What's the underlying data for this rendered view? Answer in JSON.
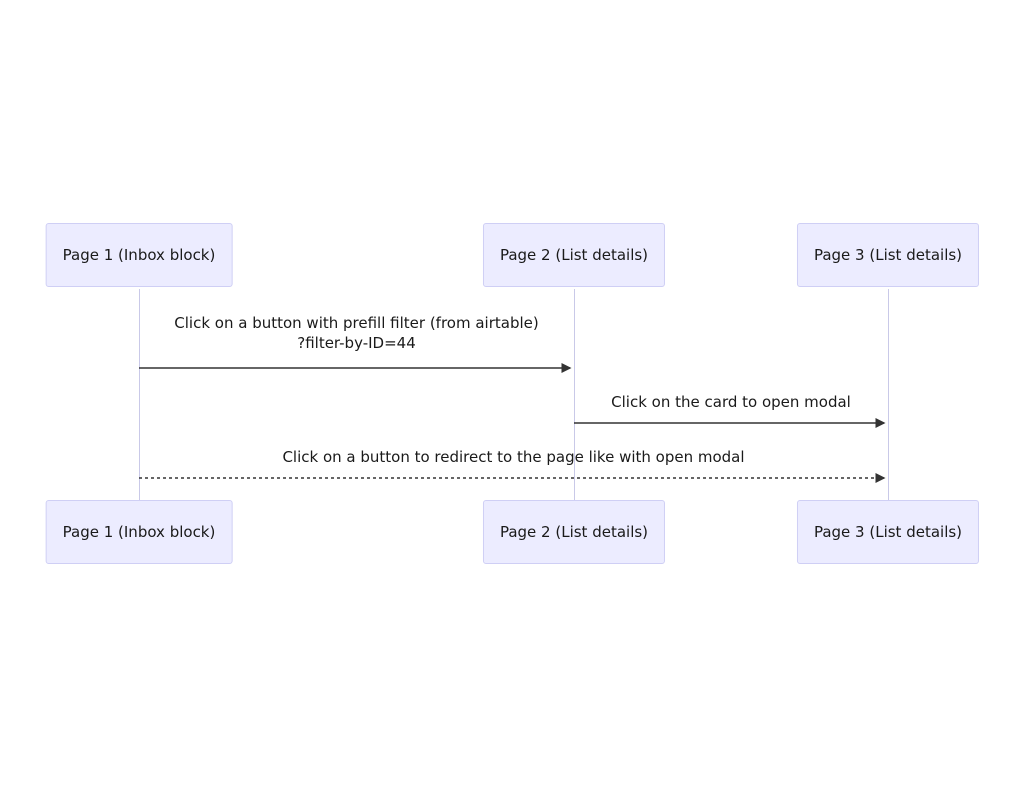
{
  "diagram": {
    "type": "sequence-diagram",
    "actors": [
      {
        "id": "page1",
        "label": "Page 1 (Inbox block)"
      },
      {
        "id": "page2",
        "label": "Page 2 (List details)"
      },
      {
        "id": "page3",
        "label": "Page 3 (List details)"
      }
    ],
    "messages": [
      {
        "from": "page1",
        "to": "page2",
        "line1": "Click on a button with prefill filter (from airtable)",
        "line2": "?filter-by-ID=44",
        "style": "solid"
      },
      {
        "from": "page2",
        "to": "page3",
        "line1": "Click on the card to open modal",
        "line2": "",
        "style": "solid"
      },
      {
        "from": "page1",
        "to": "page3",
        "line1": "Click on a button to redirect to the page like with open modal",
        "line2": "",
        "style": "dotted"
      }
    ],
    "colors": {
      "actor_fill": "#ECECFF",
      "actor_border": "#CFCFF5",
      "lifeline": "#C9C9E8",
      "arrow": "#333333"
    }
  }
}
